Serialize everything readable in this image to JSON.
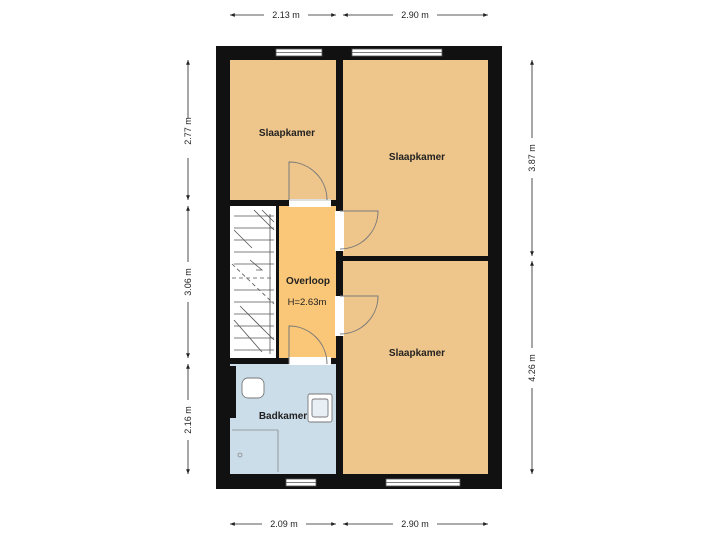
{
  "colors": {
    "wall": "#111111",
    "room_bedroom": "#EEC58A",
    "room_landing": "#FAC677",
    "room_bathroom": "#CCDDEA",
    "stair": "#ffffff",
    "door_arc": "#7a7a7a",
    "dim_line": "#222222"
  },
  "rooms": {
    "bedroom_top_left": {
      "label": "Slaapkamer"
    },
    "bedroom_top_right": {
      "label": "Slaapkamer"
    },
    "bedroom_bottom_right": {
      "label": "Slaapkamer"
    },
    "landing": {
      "label": "Overloop",
      "height_label": "H=2.63m"
    },
    "bathroom": {
      "label": "Badkamer"
    }
  },
  "dimensions": {
    "top_left": "2.13 m",
    "top_right": "2.90 m",
    "bottom_left": "2.09 m",
    "bottom_right": "2.90 m",
    "left_top": "2.77 m",
    "left_middle": "3.06 m",
    "left_bottom": "2.16 m",
    "right_top": "3.87 m",
    "right_bottom": "4.26 m"
  }
}
